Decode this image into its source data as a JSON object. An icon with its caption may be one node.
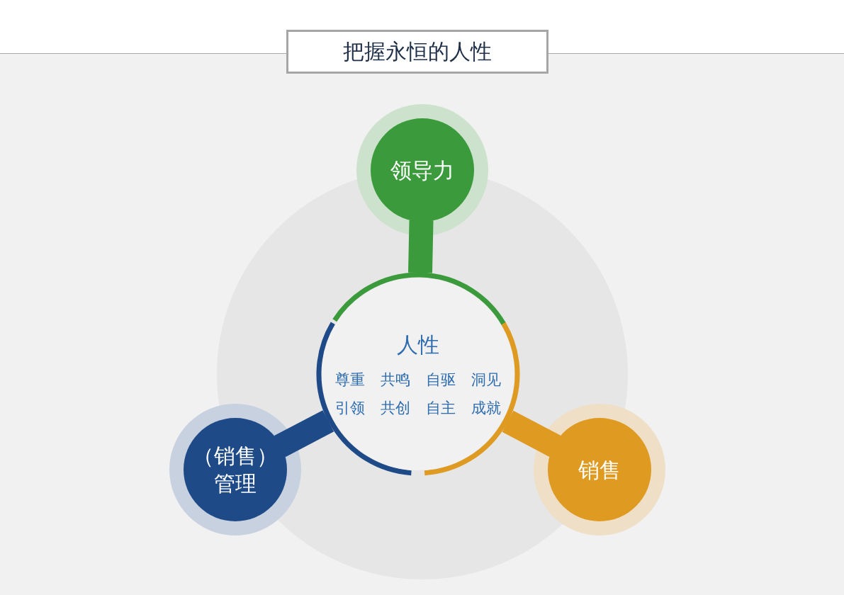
{
  "diagram": {
    "title": "把握永恒的人性",
    "nodes": [
      {
        "text": [
          "人性",
          "尊重",
          "共鸣",
          "自驱",
          "洞见",
          "引领",
          "共创",
          "自主",
          "成就"
        ]
      },
      {
        "text": [
          "领导力"
        ]
      },
      {
        "text": [
          "（销售）管理"
        ]
      },
      {
        "text": [
          "销售"
        ]
      }
    ],
    "edges": [
      {
        "from": 0,
        "to": 1,
        "arrow": "none",
        "color": "#3b9a3b"
      },
      {
        "from": 0,
        "to": 2,
        "arrow": "none",
        "color": "#1f4a88"
      },
      {
        "from": 0,
        "to": 3,
        "arrow": "none",
        "color": "#df9a21"
      }
    ]
  }
}
